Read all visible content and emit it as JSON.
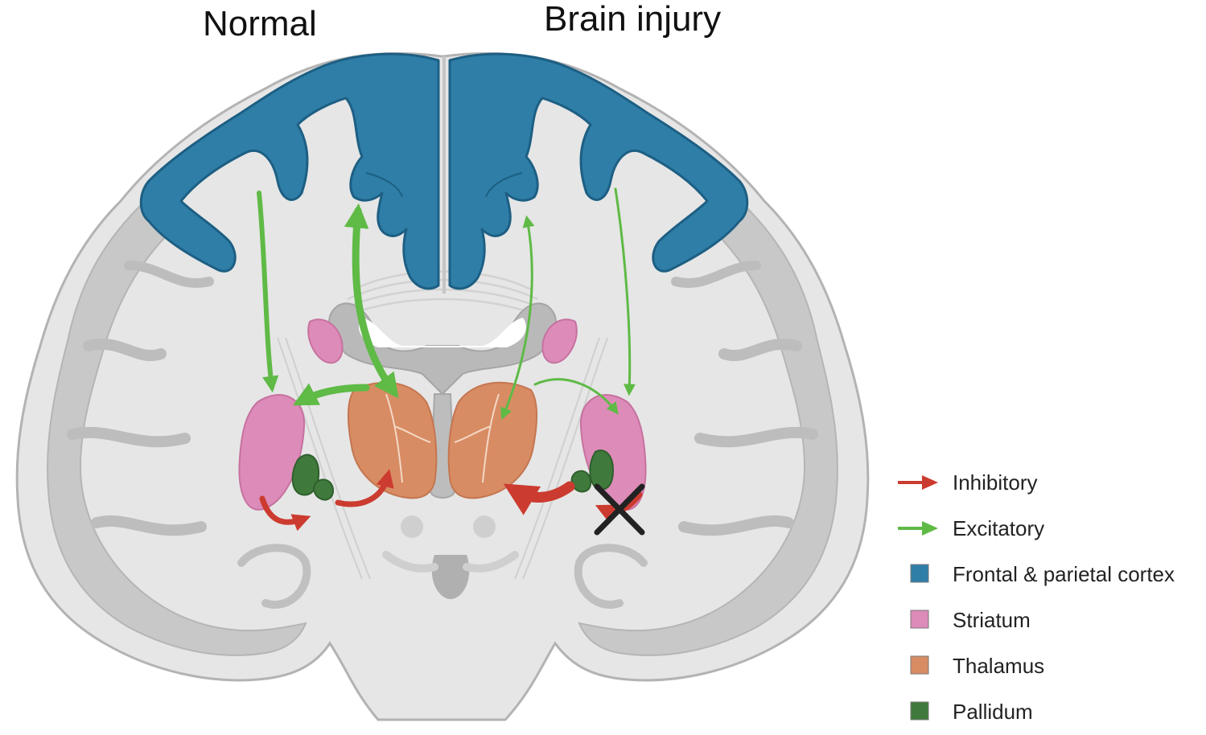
{
  "titles": {
    "left": "Normal",
    "right": "Brain injury"
  },
  "legend": [
    {
      "label": "Inhibitory",
      "kind": "arrow",
      "color": "#cc3b2f"
    },
    {
      "label": "Excitatory",
      "kind": "arrow",
      "color": "#5fba46"
    },
    {
      "label": "Frontal & parietal cortex",
      "kind": "swatch",
      "color": "#2f7ea8"
    },
    {
      "label": "Striatum",
      "kind": "swatch",
      "color": "#dd8bb9"
    },
    {
      "label": "Thalamus",
      "kind": "swatch",
      "color": "#d88c63"
    },
    {
      "label": "Pallidum",
      "kind": "swatch",
      "color": "#3f7a3c"
    }
  ],
  "colors": {
    "cortex_blue": "#2f7ea8",
    "cortex_blue_edge": "#1d5f83",
    "striatum": "#dd8bb9",
    "thalamus": "#d88c63",
    "pallidum": "#3f7a3c",
    "inhibitory": "#cc3b2f",
    "excitatory": "#5fba46",
    "brain_fill": "#e6e6e6",
    "brain_gray_matter": "#c8c8c8",
    "brain_edge": "#b3b3b3"
  }
}
